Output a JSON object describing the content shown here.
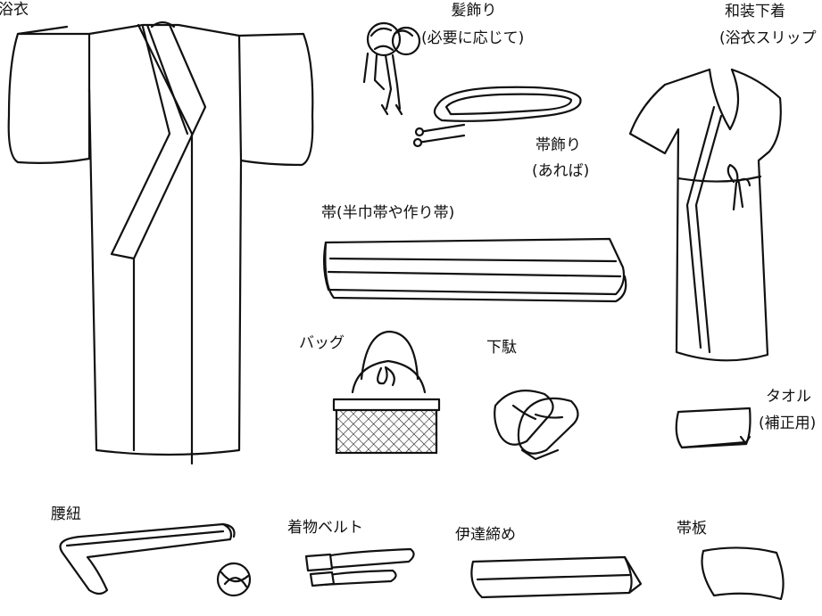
{
  "items": {
    "yukata": {
      "label": "浴衣",
      "icon": "yukata-icon"
    },
    "hair_ornament": {
      "label": "髪飾り",
      "note": "(必要に応じて)",
      "icon": "hair-ornament-icon"
    },
    "undergarment": {
      "label": "和装下着",
      "note": "(浴衣スリップ",
      "icon": "undergarment-icon"
    },
    "obi_ornament": {
      "label": "帯飾り",
      "note": "(あれば)",
      "icon": "obi-cord-icon"
    },
    "obi": {
      "label": "帯(半巾帯や作り帯)",
      "icon": "obi-icon"
    },
    "bag": {
      "label": "バッグ",
      "icon": "basket-bag-icon"
    },
    "geta": {
      "label": "下駄",
      "icon": "geta-icon"
    },
    "towel": {
      "label": "タオル",
      "note": "(補正用)",
      "icon": "towel-icon"
    },
    "koshihimo": {
      "label": "腰紐",
      "icon": "koshihimo-icon"
    },
    "kimono_belt": {
      "label": "着物ベルト",
      "icon": "kimono-belt-icon"
    },
    "datejime": {
      "label": "伊達締め",
      "icon": "datejime-icon"
    },
    "obi_ita": {
      "label": "帯板",
      "icon": "obi-ita-icon"
    }
  }
}
